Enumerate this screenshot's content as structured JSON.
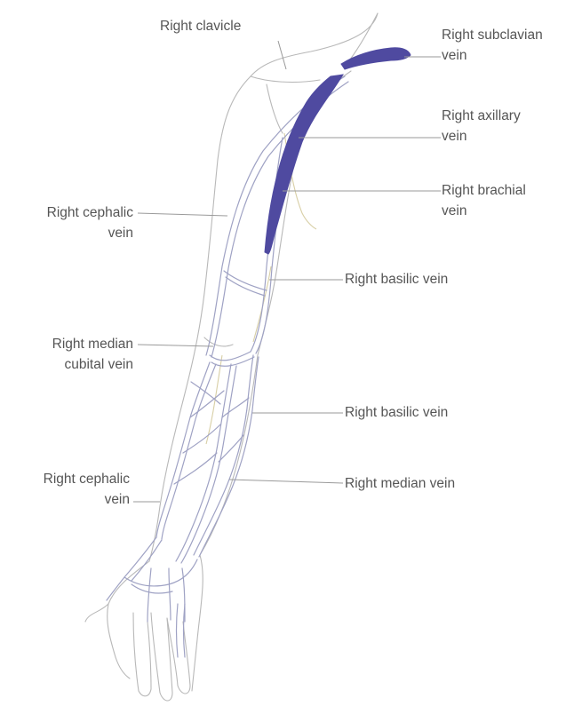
{
  "labels": {
    "clavicle": "Right clavicle",
    "subclavian": "Right subclavian\nvein",
    "axillary": "Right axillary\nvein",
    "brachial": "Right brachial\nvein",
    "cephalic_upper": "Right cephalic\nvein",
    "basilic_upper": "Right basilic vein",
    "median_cubital": "Right median\ncubital vein",
    "basilic_lower": "Right basilic vein",
    "cephalic_lower": "Right cephalic\nvein",
    "median": "Right median vein"
  },
  "colors": {
    "highlight_vein": "#4f4aa0",
    "vein_outline": "#9fa2c4",
    "arm_outline": "#b8b8b8",
    "label_text": "#555555",
    "leader_line": "#9a9a9a"
  }
}
